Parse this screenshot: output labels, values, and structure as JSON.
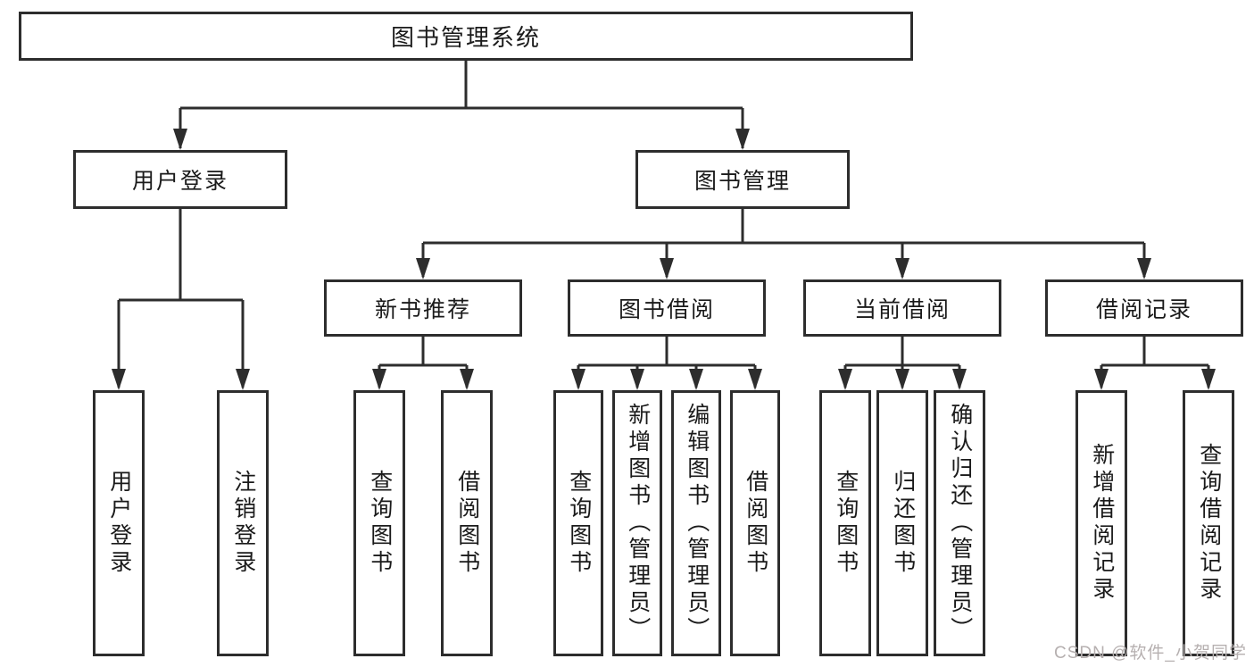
{
  "nodes": {
    "root": "图书管理系统",
    "user_login": "用户登录",
    "book_mgmt": "图书管理",
    "new_book_rec": "新书推荐",
    "book_borrow": "图书借阅",
    "current_borrow": "当前借阅",
    "borrow_record": "借阅记录",
    "leaf_user_login": "用户登录",
    "leaf_logout": "注销登录",
    "leaf_query_book_1": "查询图书",
    "leaf_borrow_book_1": "借阅图书",
    "leaf_query_book_2": "查询图书",
    "leaf_add_book": "新增图书（管理员）",
    "leaf_edit_book": "编辑图书（管理员）",
    "leaf_borrow_book_2": "借阅图书",
    "leaf_query_book_3": "查询图书",
    "leaf_return_book": "归还图书",
    "leaf_confirm_return": "确认归还（管理员）",
    "leaf_add_record": "新增借阅记录",
    "leaf_query_record": "查询借阅记录"
  },
  "watermark": "CSDN @软件_小贺同学",
  "colors": {
    "line": "#2d2d2d",
    "text": "#1a1a1a",
    "background": "#ffffff",
    "watermark": "#b6b0b0"
  }
}
